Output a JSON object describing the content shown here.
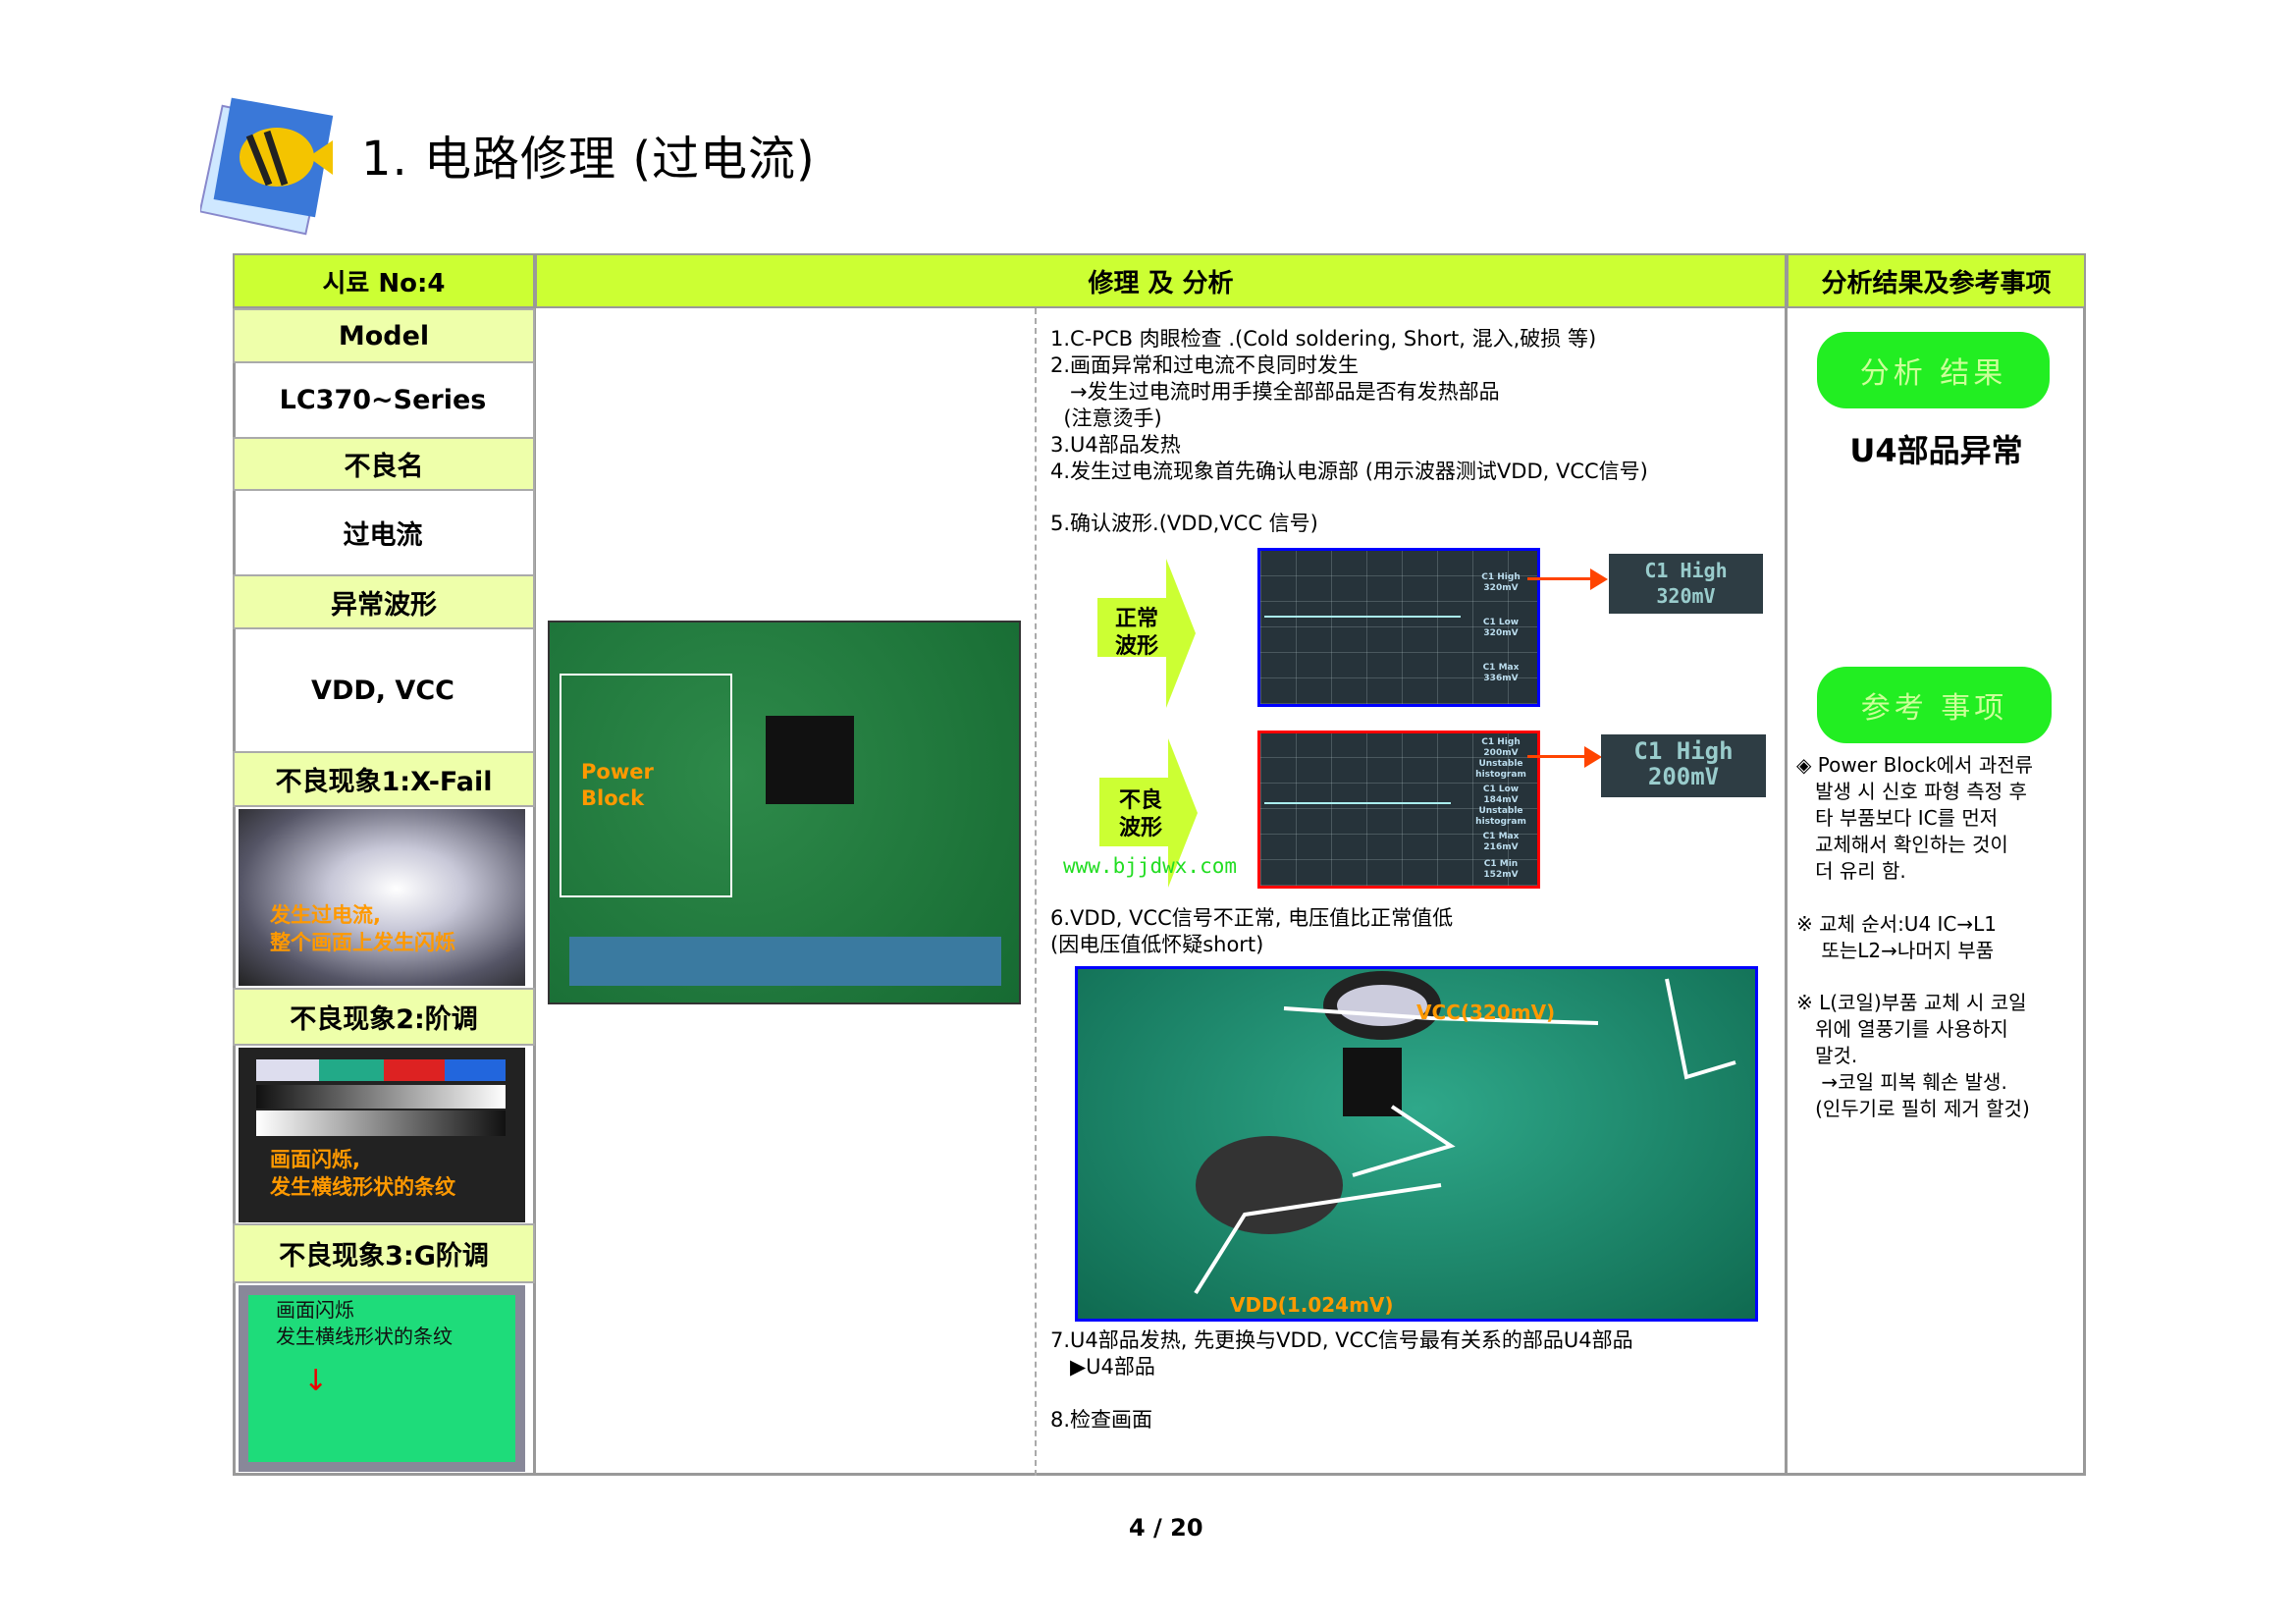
{
  "title": "1. 电路修理 (过电流)",
  "header": {
    "col1": "시료 No:4",
    "col2": "修理 及 分析",
    "col3": "分析结果及参考事项"
  },
  "left": {
    "model_label": "Model",
    "model_value": "LC370~Series",
    "defect_name_label": "不良名",
    "defect_name_value": "过电流",
    "waveform_label": "异常波形",
    "waveform_value": "VDD, VCC",
    "symptom1_label": "不良现象1:X-Fail",
    "symptom1_caption": [
      "发生过电流,",
      "整个画面上发生闪烁"
    ],
    "symptom2_label": "不良现象2:阶调",
    "symptom2_caption": [
      "画面闪烁,",
      "发生横线形状的条纹"
    ],
    "symptom3_label": "不良现象3:G阶调",
    "symptom3_caption": [
      "画面闪烁",
      "发生横线形状的条纹"
    ]
  },
  "pcb_photo": {
    "label": [
      "Power",
      "Block"
    ]
  },
  "steps": {
    "s1": "1.C-PCB 肉眼检查 .(Cold soldering, Short, 混入,破损 等)",
    "s2": "2.画面异常和过电流不良同时发生",
    "s2a": "   →发生过电流时用手摸全部部品是否有发热部品",
    "s2b": "  (注意烫手)",
    "s3": "3.U4部品发热",
    "s4": "4.发生过电流现象首先确认电源部 (用示波器测试VDD, VCC信号)",
    "s5": "5.确认波形.(VDD,VCC 信号)",
    "s6": "6.VDD, VCC信号不正常, 电压值比正常值低",
    "s6a": "(因电压值低怀疑short)",
    "s7": "7.U4部品发热, 先更换与VDD, VCC信号最有关系的部品U4部品",
    "s7a": "   ▶U4部品",
    "s8": "8.检查画面"
  },
  "waveforms": {
    "normal_label": [
      "正常",
      "波形"
    ],
    "abnormal_label": [
      "不良",
      "波形"
    ],
    "normal_readings": [
      "C1 High\n320mV",
      "C1 Low\n320mV",
      "C1 Max\n336mV"
    ],
    "normal_zoom": [
      "C1 High",
      "320mV"
    ],
    "abnormal_readings": [
      "C1 High\n200mV\nUnstable\nhistogram",
      "C1 Low\n184mV\nUnstable\nhistogram",
      "C1 Max\n216mV",
      "C1 Min\n152mV"
    ],
    "abnormal_zoom": [
      "C1 High",
      "200mV"
    ],
    "watermark": "www.bjjdwx.com"
  },
  "board_photo": {
    "vcc": "VCC(320mV)",
    "vdd": "VDD(1.024mV)"
  },
  "right": {
    "result_button": "分析 结果",
    "result": "U4部品异常",
    "ref_button": "参考 事项",
    "note1": "◈ Power Block에서 과전류\n   발생 시 신호 파형 측정 후\n   타 부품보다 IC를 먼저\n   교체해서 확인하는 것이\n   더 유리 함.",
    "note2": "※ 교체 순서:U4 IC→L1\n    또는L2→나머지 부품",
    "note3": "※ L(코일)부품 교체 시 코일\n   위에 열풍기를 사용하지\n   말것.\n    →코일 피복 훼손 발생.\n   (인두기로 필히 제거 할것)"
  },
  "page": "4 / 20",
  "colors": {
    "header": "#ccff33",
    "subheader": "#eeffaa",
    "button": "#22ee22",
    "caption": "#ff9900"
  }
}
